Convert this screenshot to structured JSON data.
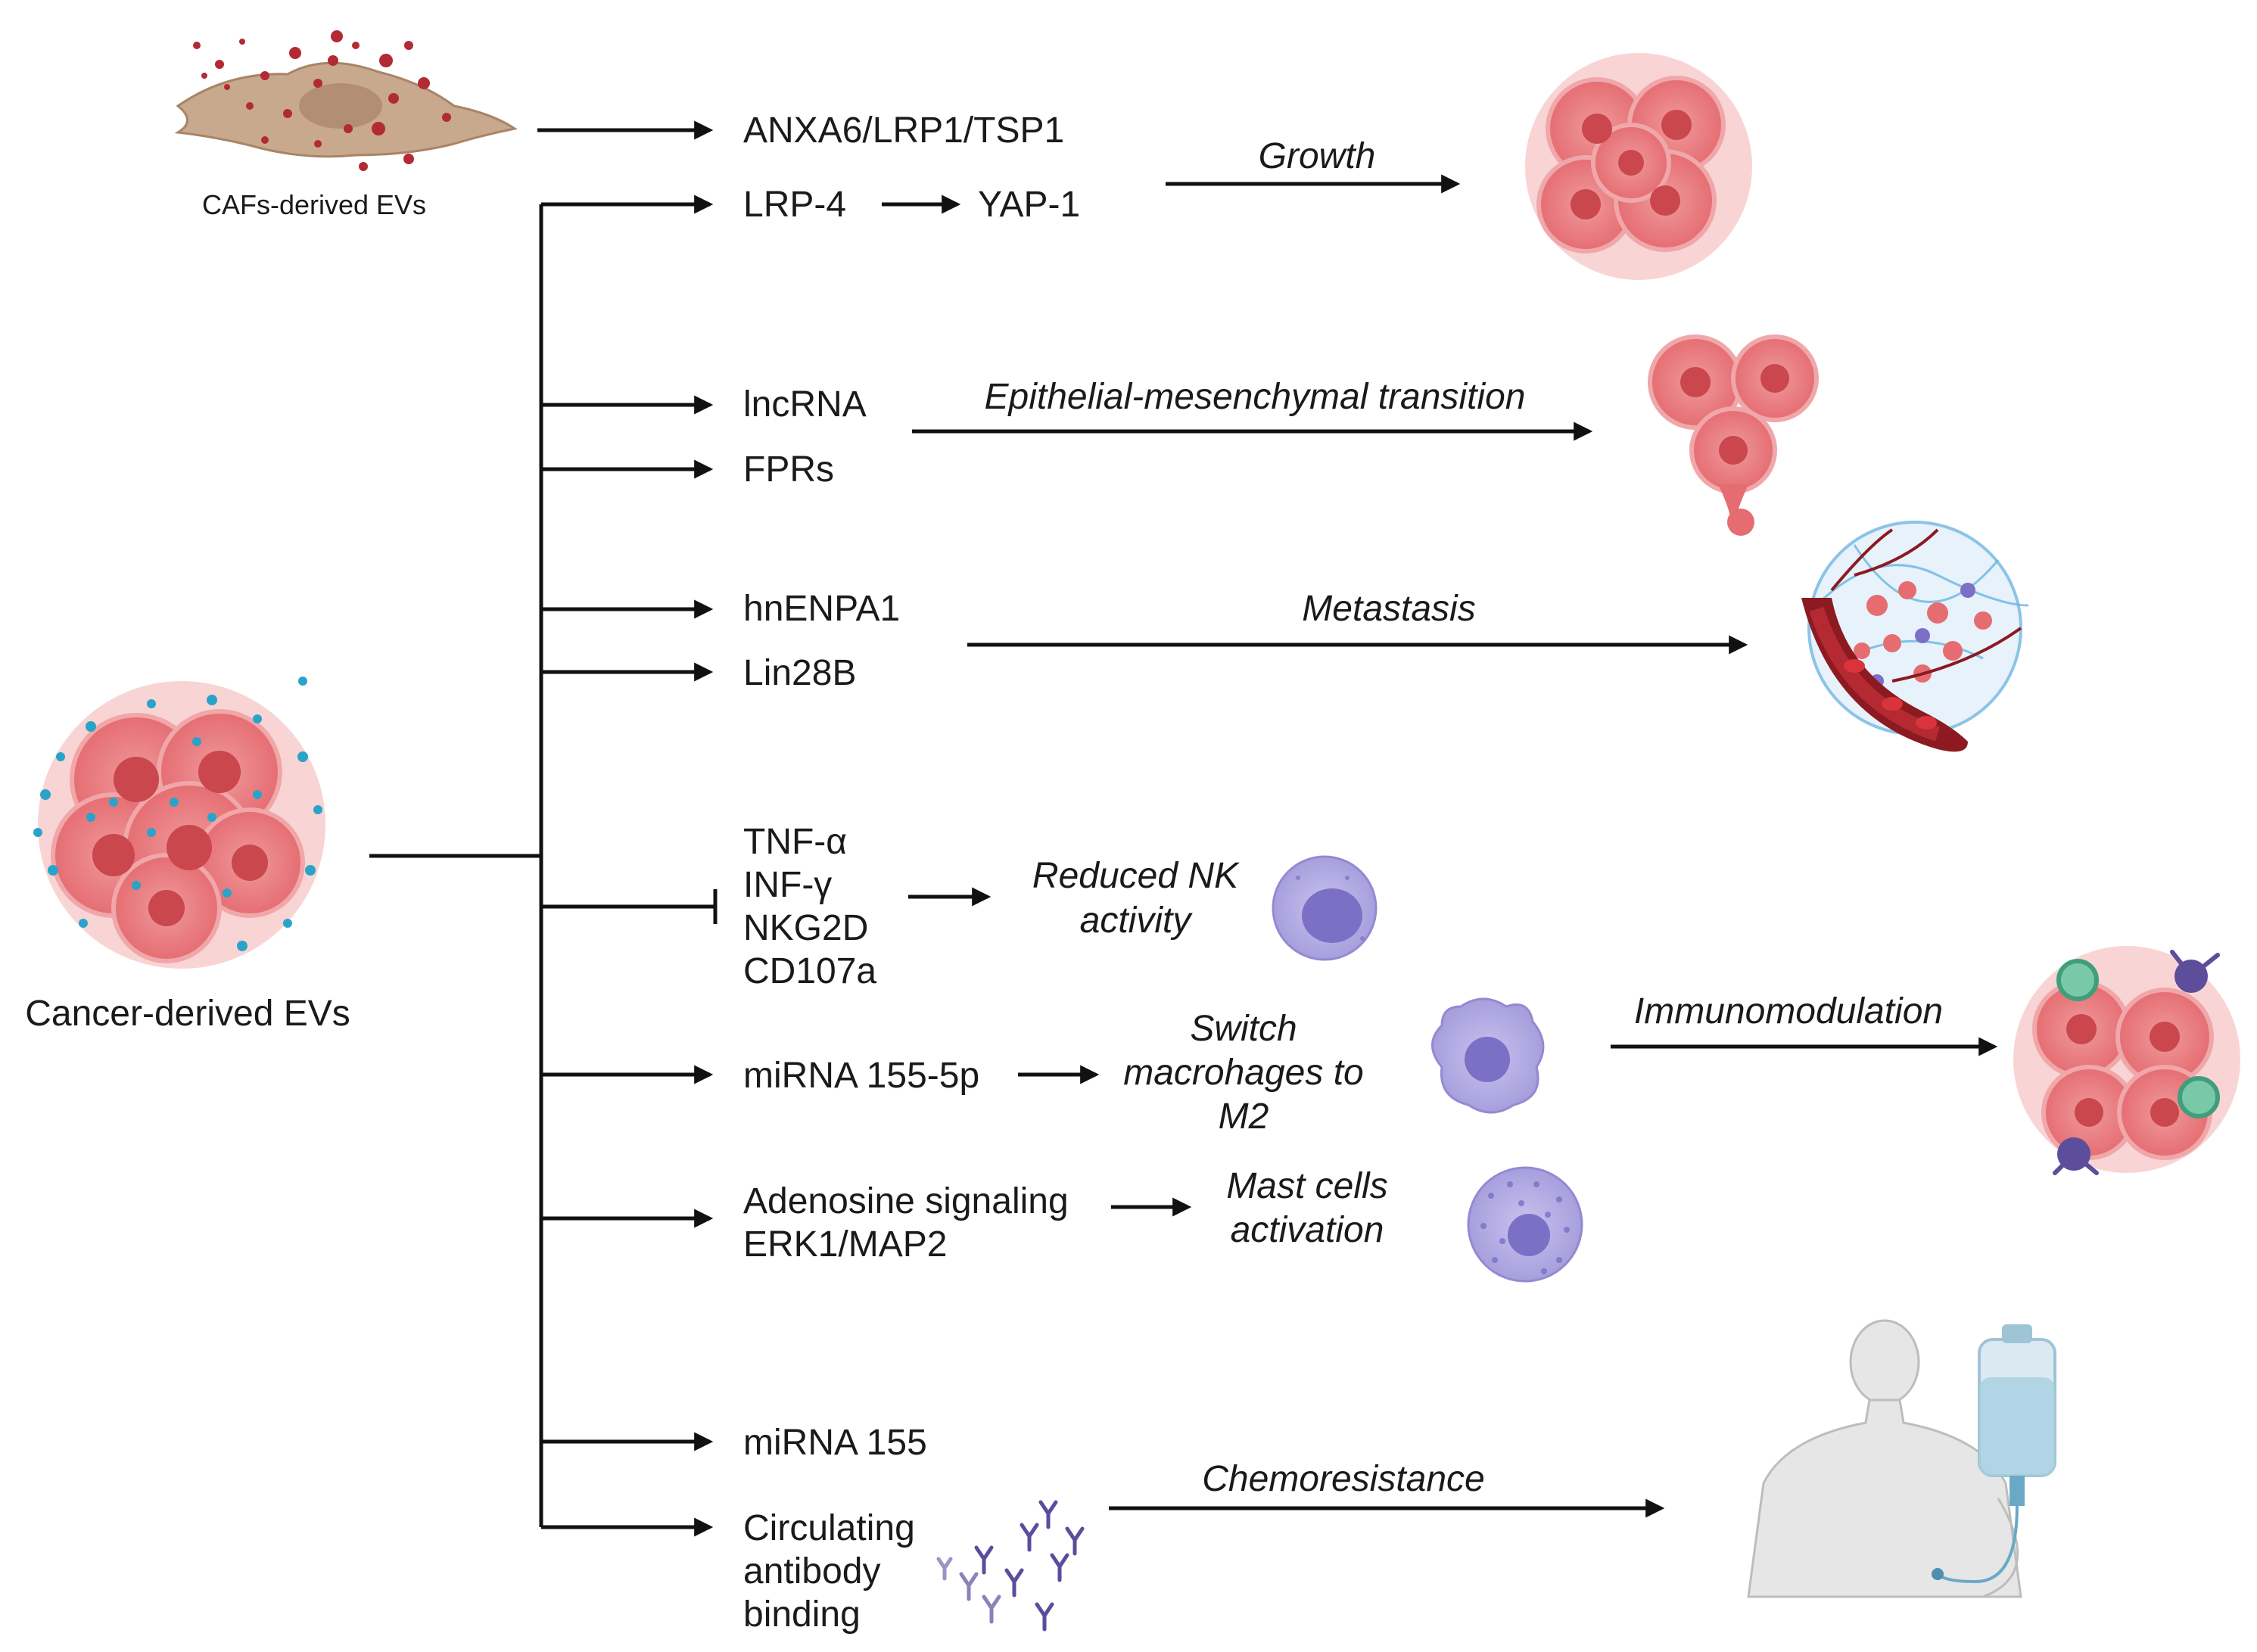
{
  "sources": {
    "cafs": "CAFs-derived EVs",
    "cancer": "Cancer-derived EVs"
  },
  "mediators": {
    "anxa6": "ANXA6/LRP1/TSP1",
    "lrp4": "LRP-4",
    "yap1": "YAP-1",
    "lncrna": "lncRNA",
    "fprs": "FPRs",
    "hnenpa1": "hnENPA1",
    "lin28b": "Lin28B",
    "nk_inhibited": [
      "TNF-α",
      "INF-γ",
      "NKG2D",
      "CD107a"
    ],
    "mirna155_5p": "miRNA 155-5p",
    "adenosine": [
      "Adenosine signaling",
      "ERK1/MAP2"
    ],
    "mirna155": "miRNA 155",
    "antibody": [
      "Circulating",
      "antibody",
      "binding"
    ]
  },
  "effects": {
    "nk": [
      "Reduced NK",
      "activity"
    ],
    "macrophage": [
      "Switch",
      "macrohages to",
      "M2"
    ],
    "mast": [
      "Mast cells",
      "activation"
    ]
  },
  "outcomes": {
    "growth": "Growth",
    "emt": "Epithelial-mesenchymal transition",
    "metastasis": "Metastasis",
    "immunomodulation": "Immunomodulation",
    "chemoresistance": "Chemoresistance"
  },
  "colors": {
    "tumor": "#e8767a",
    "tumor_light": "#f6c2c2",
    "ev_dot": "#2aa3c9",
    "caf_body": "#c9a98e",
    "caf_dot": "#b22a33",
    "immune": "#a79fdc",
    "immune_core": "#7b70c6",
    "vessel": "#8c1a20",
    "line": "#111111"
  }
}
